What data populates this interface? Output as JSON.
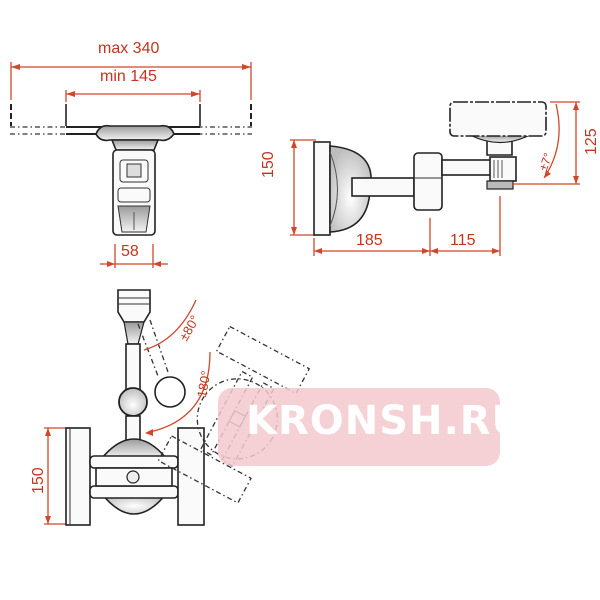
{
  "watermark": {
    "text": "KRONSH.RU",
    "bg_color": "#f3c8cc",
    "text_color": "#ffffff"
  },
  "colors": {
    "dimension": "#d2462a",
    "outline": "#222222"
  },
  "views": {
    "top_view": {
      "dimensions": {
        "max_width": "max 340",
        "min_width": "min 145",
        "arm_width": "58"
      }
    },
    "side_view": {
      "dimensions": {
        "wall_plate_height": "150",
        "arm_segment_1": "185",
        "arm_segment_2": "115",
        "head_height": "125",
        "tilt_angle": "±7°"
      }
    },
    "rotation_view": {
      "dimensions": {
        "wall_plate_height": "150",
        "swivel_angle": "±80°",
        "rotation_angle": "180°"
      }
    }
  }
}
